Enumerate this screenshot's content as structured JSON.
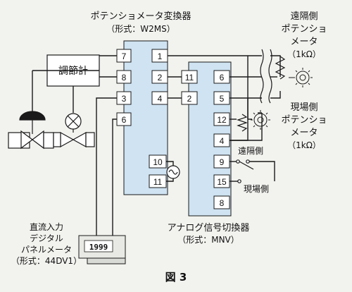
{
  "converter": {
    "title": "ポテンショメータ変換器",
    "model": "（形式：W2MS）"
  },
  "controller": {
    "label": "調節計"
  },
  "remote_pot": {
    "line1": "遠隔側",
    "line2": "ポテンショ",
    "line3": "メータ",
    "line4": "（1kΩ）"
  },
  "local_pot": {
    "line1": "現場側",
    "line2": "ポテンショ",
    "line3": "メータ",
    "line4": "（1kΩ）"
  },
  "switch_labels": {
    "remote": "遠隔側",
    "local": "現場側"
  },
  "switcher": {
    "title": "アナログ信号切換器",
    "model": "（形式：MNV）"
  },
  "meter": {
    "line1": "直流入力",
    "line2": "デジタル",
    "line3": "パネルメータ",
    "line4": "（形式：44DV1）",
    "display": "1999"
  },
  "figure": {
    "caption": "図 3"
  },
  "terminals": {
    "conv_left": [
      "7",
      "8",
      "3",
      "6"
    ],
    "conv_right": [
      "1",
      "2",
      "4",
      "10",
      "11"
    ],
    "sw_left": [
      "11",
      "2"
    ],
    "sw_right": [
      "6",
      "5",
      "12",
      "4",
      "9",
      "15",
      "8"
    ]
  },
  "colors": {
    "box_fill": "#cfe3f2",
    "background": "#f2f3ef",
    "line": "#1a1a1a"
  }
}
